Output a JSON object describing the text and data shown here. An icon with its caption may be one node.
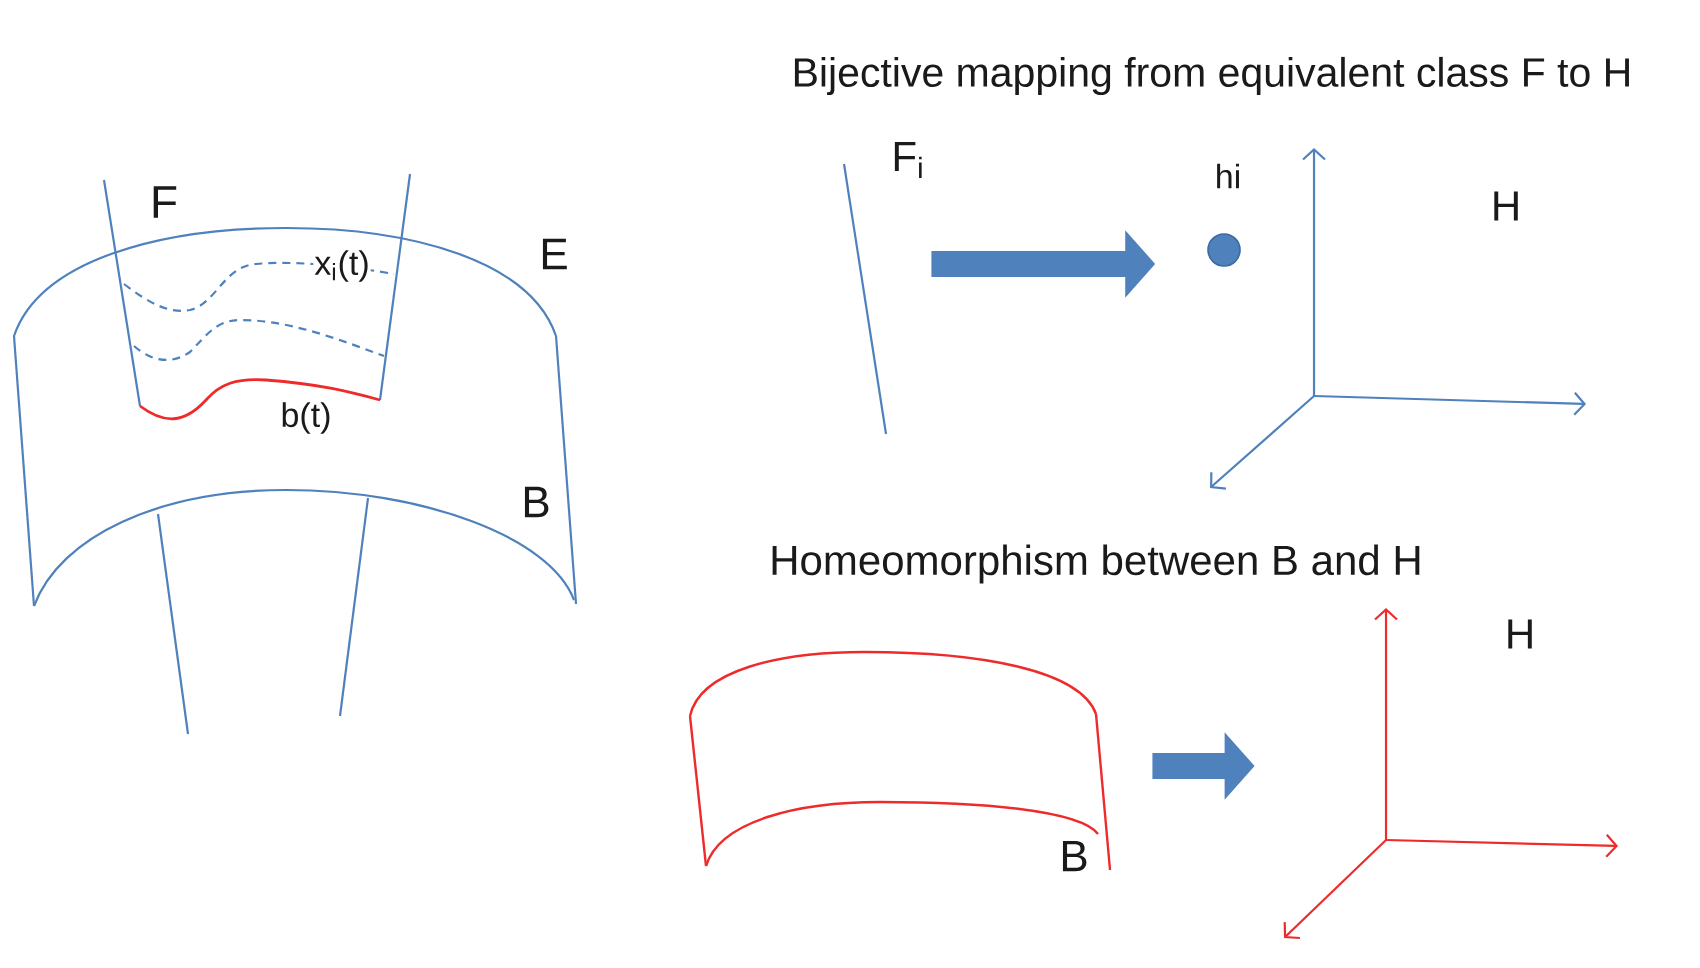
{
  "diagram": {
    "nodes": [
      {
        "text": [],
        "shape": "line",
        "beside": [
          "F$_{i}$"
        ]
      },
      {
        "text": [
          "H"
        ]
      },
      {
        "text": [],
        "shape": "circle",
        "beside": [
          "hi"
        ],
        "in": 1
      },
      {
        "text": [
          "B"
        ]
      },
      {
        "text": [
          "H"
        ]
      }
    ],
    "edges": [
      {
        "from": 0,
        "to": 2,
        "arrow": "to"
      },
      {
        "from": 3,
        "to": 4,
        "arrow": "to"
      }
    ],
    "labels": [
      "Bijective mapping from equivalent class F to H",
      "F",
      "E",
      "x$_{i}$(t)",
      "b(t)",
      "B",
      "Homeomorphism between B and H"
    ]
  }
}
